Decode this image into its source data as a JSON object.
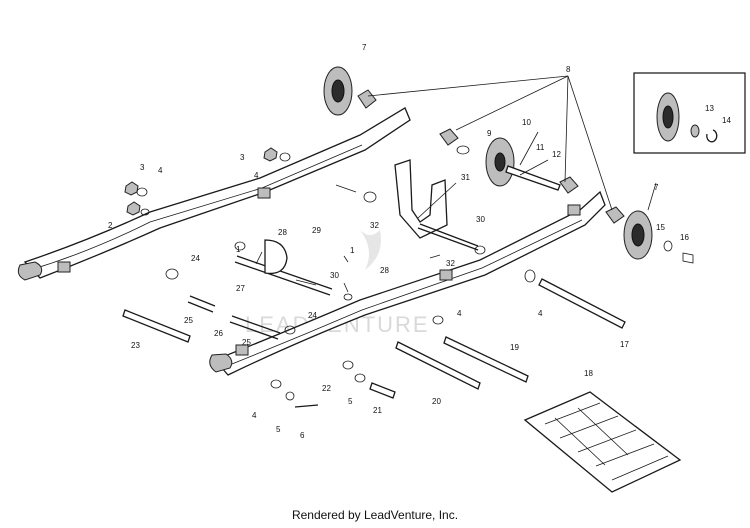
{
  "diagram": {
    "callouts": [
      "1",
      "2",
      "3",
      "4",
      "5",
      "6",
      "7",
      "8",
      "9",
      "10",
      "11",
      "12",
      "13",
      "14",
      "15",
      "16",
      "17",
      "18",
      "19",
      "20",
      "21",
      "22",
      "23",
      "24",
      "25",
      "26",
      "27",
      "28",
      "29",
      "30",
      "31",
      "32"
    ],
    "watermark_text": "LEADVENTURE"
  },
  "footer": {
    "text": "Rendered by LeadVenture, Inc."
  }
}
